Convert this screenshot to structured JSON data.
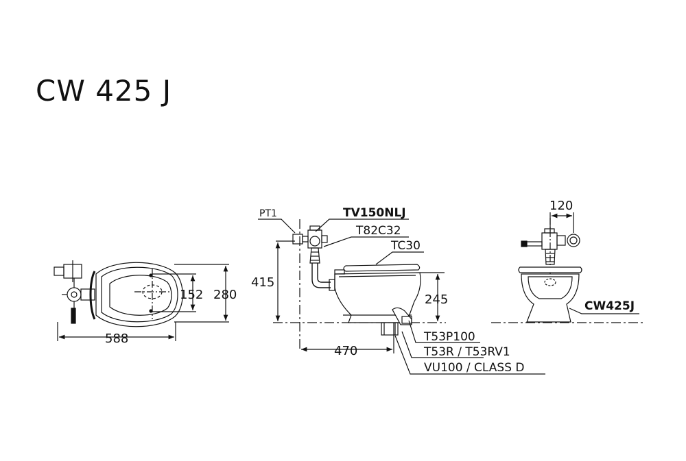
{
  "title": "CW 425 J",
  "plan_view": {
    "dim_length": "588",
    "dim_hole_spacing": "152",
    "dim_width": "280"
  },
  "side_view": {
    "dim_height": "415",
    "dim_rim_height": "245",
    "dim_rough_in": "470",
    "labels": {
      "pt1": "PT1",
      "flush_valve": "TV150NLJ",
      "connector": "T82C32",
      "seat": "TC30",
      "flange": "T53P100",
      "trap": "T53R / T53RV1",
      "class": "VU100 / CLASS D"
    }
  },
  "front_view": {
    "dim_valve_offset": "120",
    "model": "CW425J"
  },
  "colors": {
    "line": "#111111",
    "background": "#ffffff"
  }
}
